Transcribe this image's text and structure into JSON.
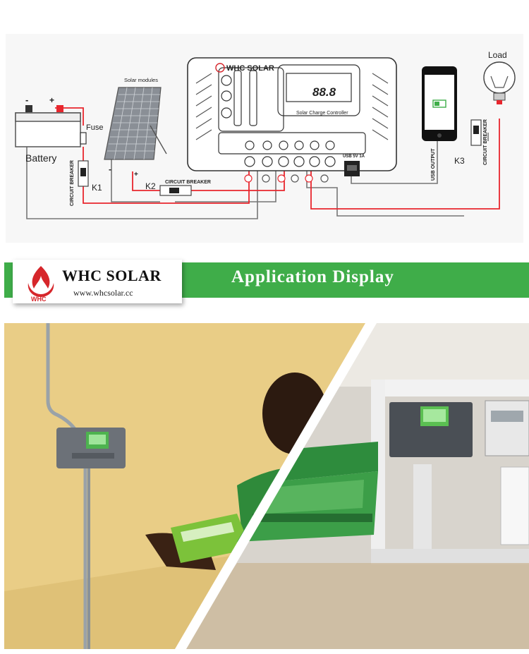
{
  "diagram": {
    "battery_label": "Battery",
    "fuse_label": "Fuse",
    "solar_label": "Solar modules",
    "k1_label": "K1",
    "k2_label": "K2",
    "k3_label": "K3",
    "breaker_label": "CIRCUIT BREAKER",
    "controller_brand": "WHC SOLAR",
    "controller_caption": "Solar Charge Controller",
    "lcd_digits": "88.8",
    "usb_label": "USB 5V 1A",
    "usb_output_label": "USB OUTPUT",
    "load_label": "Load",
    "minus_sign": "-",
    "plus_sign": "+"
  },
  "banner": {
    "brand": "WHC SOLAR",
    "website": "www.whcsolar.cc",
    "title": "Application Display"
  },
  "colors": {
    "banner_green": "#3fad49",
    "wire_red": "#e8262d",
    "wire_gray": "#777777",
    "logo_red": "#d6262b"
  }
}
